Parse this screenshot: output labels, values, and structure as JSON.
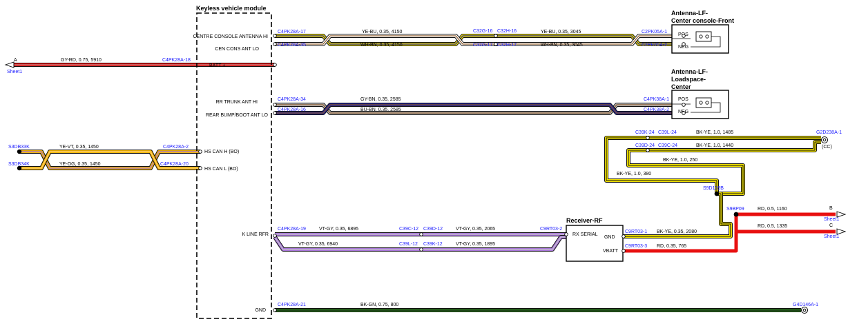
{
  "colors": {
    "wire_red": "#e81010",
    "wire_yellow": "#f2e200",
    "wire_green": "#2d7a1f",
    "wire_violet": "#a673d9",
    "wire_blue": "#23238f",
    "wire_brown": "#8c5a2b",
    "wire_white": "#ffffff",
    "wire_black": "#111111",
    "connector_text": "#1a1aff",
    "text": "#000000"
  },
  "module": {
    "title": "Keyless vehicle module",
    "pins": {
      "cca_hi": "CENTRE CONSOLE ANTENNA HI",
      "cca_lo": "CEN CONS ANT LO",
      "batt": "BATT +",
      "rr_hi": "RR TRUNK ANT HI",
      "rr_lo": "REAR BUMP/BOOT ANT LO",
      "can_h": "HS CAN H (BO)",
      "can_l": "HS CAN L (BO)",
      "kline": "K LINE RFR",
      "gnd": "GND"
    }
  },
  "components": {
    "ant_front": {
      "title": [
        "Antenna-LF-",
        "Center console-Front"
      ],
      "pos": "POS",
      "neg": "NEG"
    },
    "ant_load": {
      "title": [
        "Antenna-LF-",
        "Loadspace-",
        "Center"
      ],
      "pos": "POS",
      "neg": "NEG"
    },
    "receiver": {
      "title": "Receiver-RF",
      "rx": "RX SERIAL",
      "gnd": "GND",
      "vbatt": "VBATT"
    }
  },
  "offpage": {
    "a": {
      "letter": "A",
      "sheet": "Sheet1"
    },
    "b": {
      "letter": "B",
      "sheet": "Sheet1"
    },
    "c": {
      "letter": "C",
      "sheet": "Sheet1"
    }
  },
  "connectors": {
    "m17": "C4PK28A-17",
    "m35": "C4PK28A-35",
    "m18": "C4PK28A-18",
    "m34": "C4PK28A-34",
    "m16": "C4PK28A-16",
    "m2": "C4PK28A-2",
    "m20": "C4PK28A-20",
    "m19": "C4PK28A-19",
    "m21": "C4PK28A-21",
    "c32g16": "C32G-16",
    "c32h16": "C32H-16",
    "c32g17": "C32G-17",
    "c32h17": "C32H-17",
    "c2p1": "C2PK05A-1",
    "c2p2": "C2PK05A-2",
    "c4p1": "C4PK38A-1",
    "c4p2": "C4PK38A-2",
    "s3db33k": "S3DB33K",
    "s3db34k": "S3DB34K",
    "c39c12": "C39C-12",
    "c39d12": "C39D-12",
    "c39l12": "C39L-12",
    "c39k12": "C39K-12",
    "c9rt2": "C9RT03-2",
    "c9rt1": "C9RT03-1",
    "c9rt3": "C9RT03-3",
    "c39k24": "C39K-24",
    "c39l24": "C39L-24",
    "c39d24": "C39D-24",
    "c39c24": "C39C-24",
    "g2d": "G2D238A-1",
    "cc": "(CC)",
    "s9d": "S9D139B",
    "s9bp": "S9BP09",
    "g4d": "G4D146A-1"
  },
  "wires": {
    "ye_bu_4150": "YE-BU,  0.35,  4150",
    "ye_bu_3045": "YE-BU,  0.35,  3045",
    "wh_bn_4150": "WH-BN,  0.35,  4150",
    "wh_bn_3045": "WH-BN,  0.35,  3045",
    "gy_rd": "GY-RD,  0.75,  5910",
    "gy_bn": "GY-BN,  0.35,  2585",
    "bu_bn": "BU-BN,  0.35,  2585",
    "ye_vt": "YE-VT,  0.35,  1450",
    "ye_og": "YE-OG,  0.35,  1450",
    "vt_gy_6895": "VT-GY,  0.35,  6895",
    "vt_gy_2065": "VT-GY,  0.35,  2065",
    "vt_gy_6940": "VT-GY,  0.35,  6940",
    "vt_gy_1895": "VT-GY,  0.35,  1895",
    "bk_ye_2080": "BK-YE,  0.35,  2080",
    "rd_765": "RD,  0.35,  765",
    "bk_ye_1485": "BK-YE,  1.0,  1485",
    "bk_ye_1440": "BK-YE,  1.0,  1440",
    "bk_ye_250": "BK-YE,  1.0,  250",
    "bk_ye_380": "BK-YE,  1.0,  380",
    "rd_1160": "RD,  0.5,  1160",
    "rd_1335": "RD,  0.5,  1335",
    "bk_gn": "BK-GN,  0.75,  800"
  }
}
